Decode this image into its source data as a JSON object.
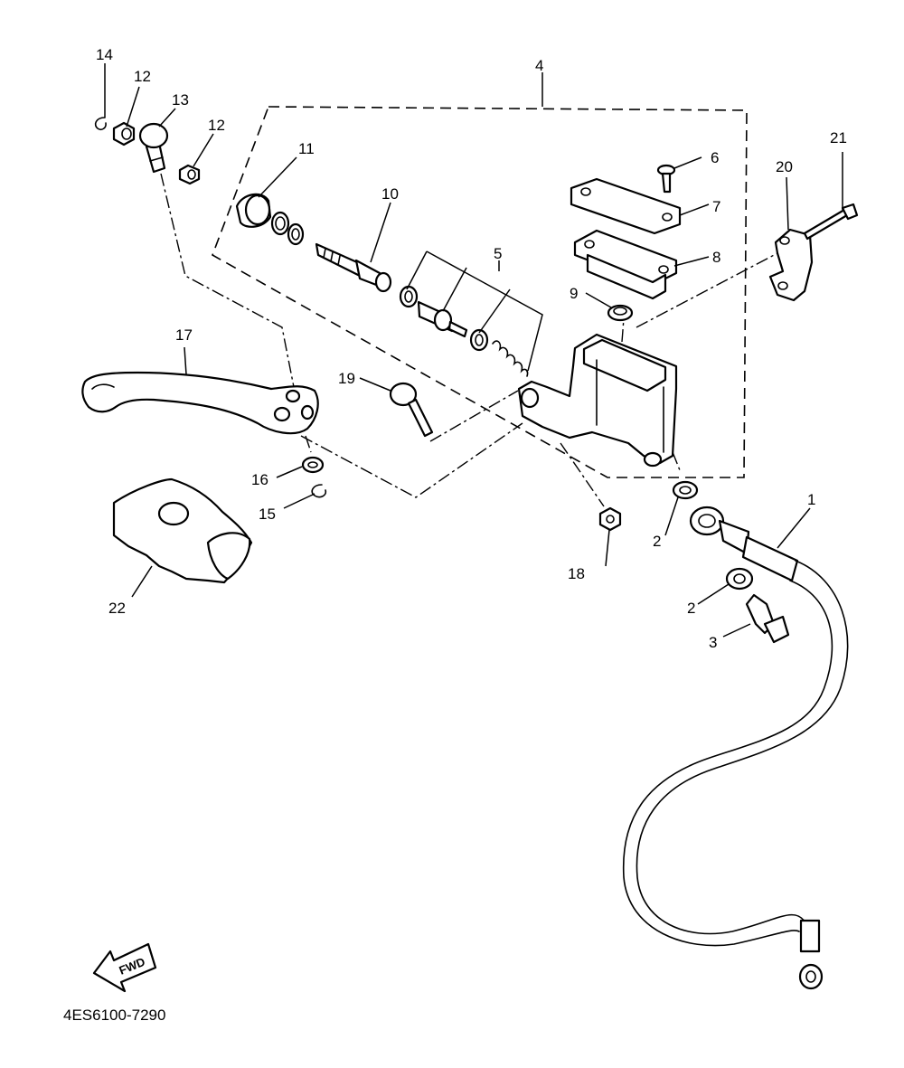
{
  "diagram": {
    "callouts": [
      {
        "id": "c1",
        "label": "1"
      },
      {
        "id": "c2a",
        "label": "2"
      },
      {
        "id": "c2b",
        "label": "2"
      },
      {
        "id": "c3",
        "label": "3"
      },
      {
        "id": "c4",
        "label": "4"
      },
      {
        "id": "c5",
        "label": "5"
      },
      {
        "id": "c6",
        "label": "6"
      },
      {
        "id": "c7",
        "label": "7"
      },
      {
        "id": "c8",
        "label": "8"
      },
      {
        "id": "c9",
        "label": "9"
      },
      {
        "id": "c10",
        "label": "10"
      },
      {
        "id": "c11",
        "label": "11"
      },
      {
        "id": "c12a",
        "label": "12"
      },
      {
        "id": "c12b",
        "label": "12"
      },
      {
        "id": "c13",
        "label": "13"
      },
      {
        "id": "c14",
        "label": "14"
      },
      {
        "id": "c15",
        "label": "15"
      },
      {
        "id": "c16",
        "label": "16"
      },
      {
        "id": "c17",
        "label": "17"
      },
      {
        "id": "c18",
        "label": "18"
      },
      {
        "id": "c19",
        "label": "19"
      },
      {
        "id": "c20",
        "label": "20"
      },
      {
        "id": "c21",
        "label": "21"
      },
      {
        "id": "c22",
        "label": "22"
      }
    ],
    "fwd_label": "FWD",
    "diagram_code": "4ES6100-7290"
  }
}
